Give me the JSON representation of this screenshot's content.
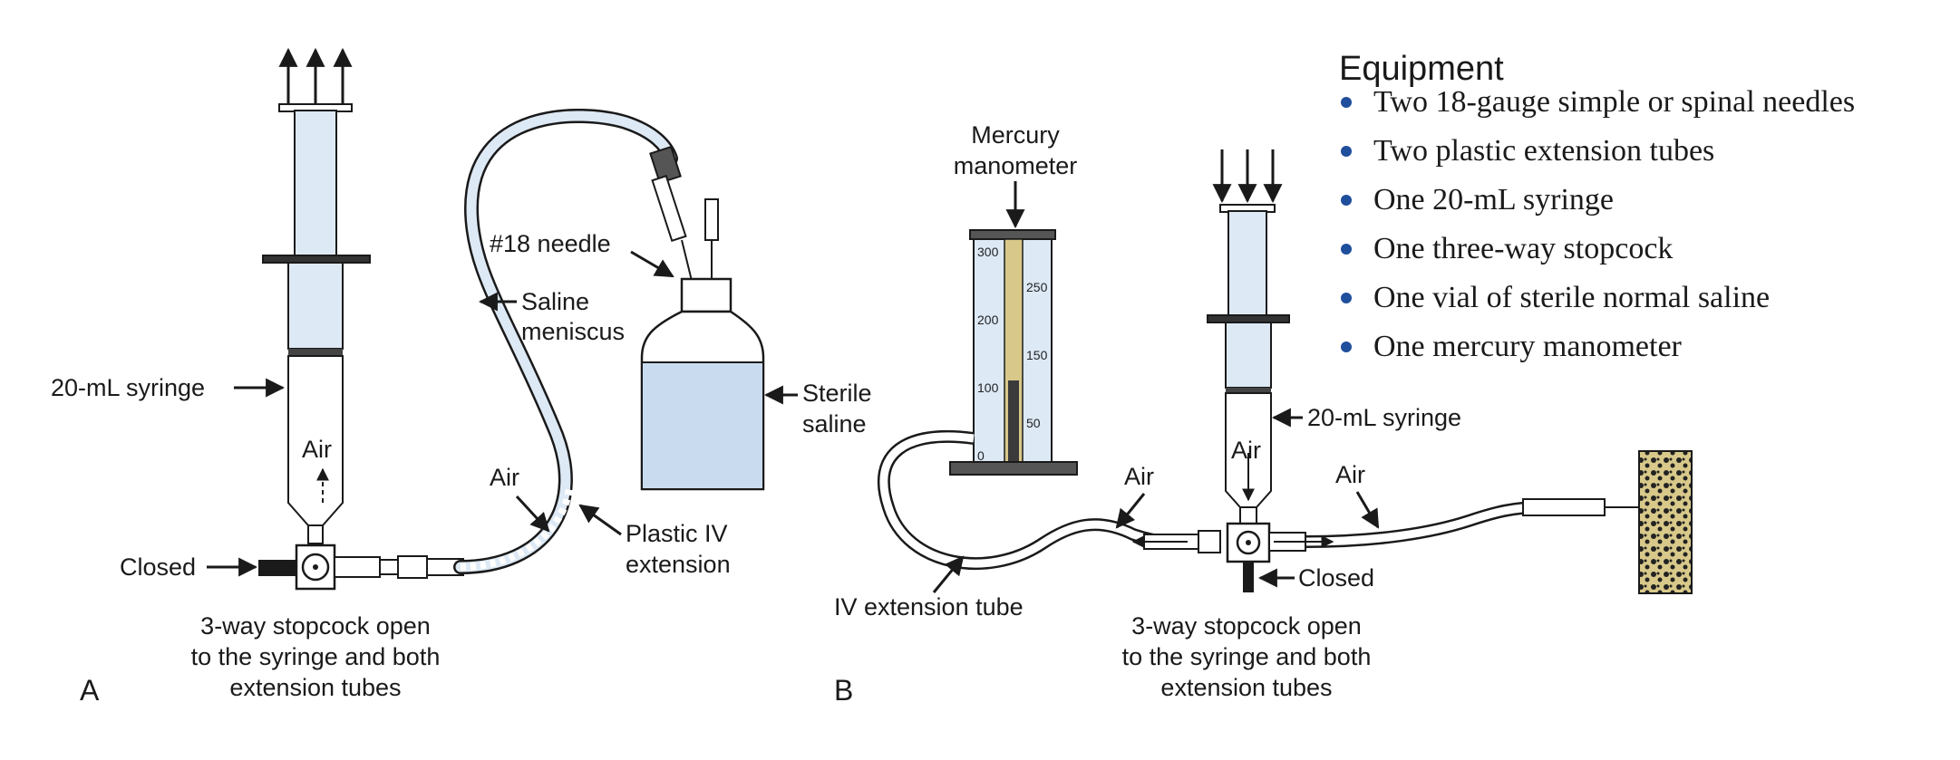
{
  "panel_a": {
    "letter": "A",
    "labels": {
      "syringe": "20-mL syringe",
      "air_inside": "Air",
      "closed": "Closed",
      "needle": "#18 needle",
      "meniscus_1": "Saline",
      "meniscus_2": "meniscus",
      "sterile_1": "Sterile",
      "sterile_2": "saline",
      "air_tube": "Air",
      "plastic_1": "Plastic IV",
      "plastic_2": "extension",
      "caption_1": "3-way stopcock open",
      "caption_2": "to the syringe and both",
      "caption_3": "extension tubes"
    }
  },
  "panel_b": {
    "letter": "B",
    "labels": {
      "manometer_1": "Mercury",
      "manometer_2": "manometer",
      "syringe": "20-mL syringe",
      "air_left": "Air",
      "air_center": "Air",
      "air_right": "Air",
      "closed": "Closed",
      "iv_tube": "IV extension tube",
      "caption_1": "3-way stopcock open",
      "caption_2": "to the syringe and both",
      "caption_3": "extension tubes"
    },
    "scale_left": [
      "300",
      "200",
      "100",
      "0"
    ],
    "scale_right": [
      "250",
      "150",
      "50"
    ]
  },
  "equipment": {
    "title": "Equipment",
    "items": [
      "Two 18-gauge simple or spinal needles",
      "Two plastic extension tubes",
      "One 20-mL syringe",
      "One three-way stopcock",
      "One vial of sterile normal saline",
      "One mercury manometer"
    ]
  },
  "colors": {
    "saline": "#c9dcef",
    "tube": "#dde9f5",
    "bullet": "#1f4e9c",
    "mercury": "#3a3a3a",
    "bone": "#d8c98a"
  }
}
